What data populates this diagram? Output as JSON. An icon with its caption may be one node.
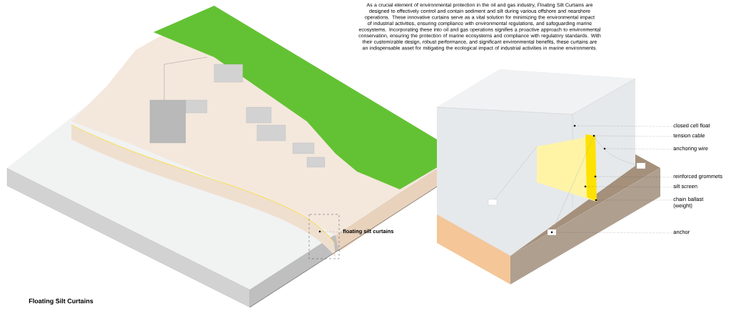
{
  "diagram": {
    "title": "Floating Silt Curtains",
    "nodes": [
      {
        "text": [
          "floating silt curtains"
        ]
      },
      {
        "text": [
          "closed cell float"
        ]
      },
      {
        "text": [
          "tension cable"
        ]
      },
      {
        "text": [
          "anchoring wire"
        ]
      },
      {
        "text": [
          "reinforced grommets"
        ]
      },
      {
        "text": [
          "silt screen"
        ]
      },
      {
        "text": [
          "chain ballast (weight)"
        ]
      },
      {
        "text": [
          "anchor"
        ]
      },
      {
        "text": [],
        "shape": "circle"
      },
      {
        "text": [],
        "shape": "circle"
      },
      {
        "text": [],
        "shape": "circle"
      },
      {
        "text": [],
        "shape": "circle"
      },
      {
        "text": [],
        "shape": "circle"
      },
      {
        "text": [],
        "shape": "circle"
      },
      {
        "text": [],
        "shape": "circle"
      },
      {
        "text": [],
        "shape": "circle"
      }
    ],
    "edges": [
      {
        "from": 0,
        "to": 8,
        "arrow": "none"
      },
      {
        "from": 1,
        "to": 9,
        "arrow": "none"
      },
      {
        "from": 2,
        "to": 10,
        "arrow": "none"
      },
      {
        "from": 3,
        "to": 11,
        "arrow": "none"
      },
      {
        "from": 4,
        "to": 12,
        "arrow": "none"
      },
      {
        "from": 5,
        "to": 13,
        "arrow": "none"
      },
      {
        "from": 6,
        "to": 14,
        "arrow": "none"
      },
      {
        "from": 7,
        "to": 15,
        "arrow": "none"
      }
    ],
    "labels": [
      "As a crucial element of environmental protection in the oil and gas industry, Floating Silt Curtains are designed to effectively control and contain sediment and silt during various offshore and nearshore operations. These innovative curtains serve as a vital solution for minimizing the environmental impact of industrial activities, ensuring compliance with environmental regulations, and safeguarding marine ecosystems. Incorporating these into oil and gas operations signifies a proactive approach to environmental conservation, ensuring the protection of marine ecosystems and compliance with regulatory standards. With their customizable design, robust performance, and significant environmental benefits, these curtains are an indispensable asset for mitigating the ecological impact of industrial activities in marine environments."
    ]
  }
}
